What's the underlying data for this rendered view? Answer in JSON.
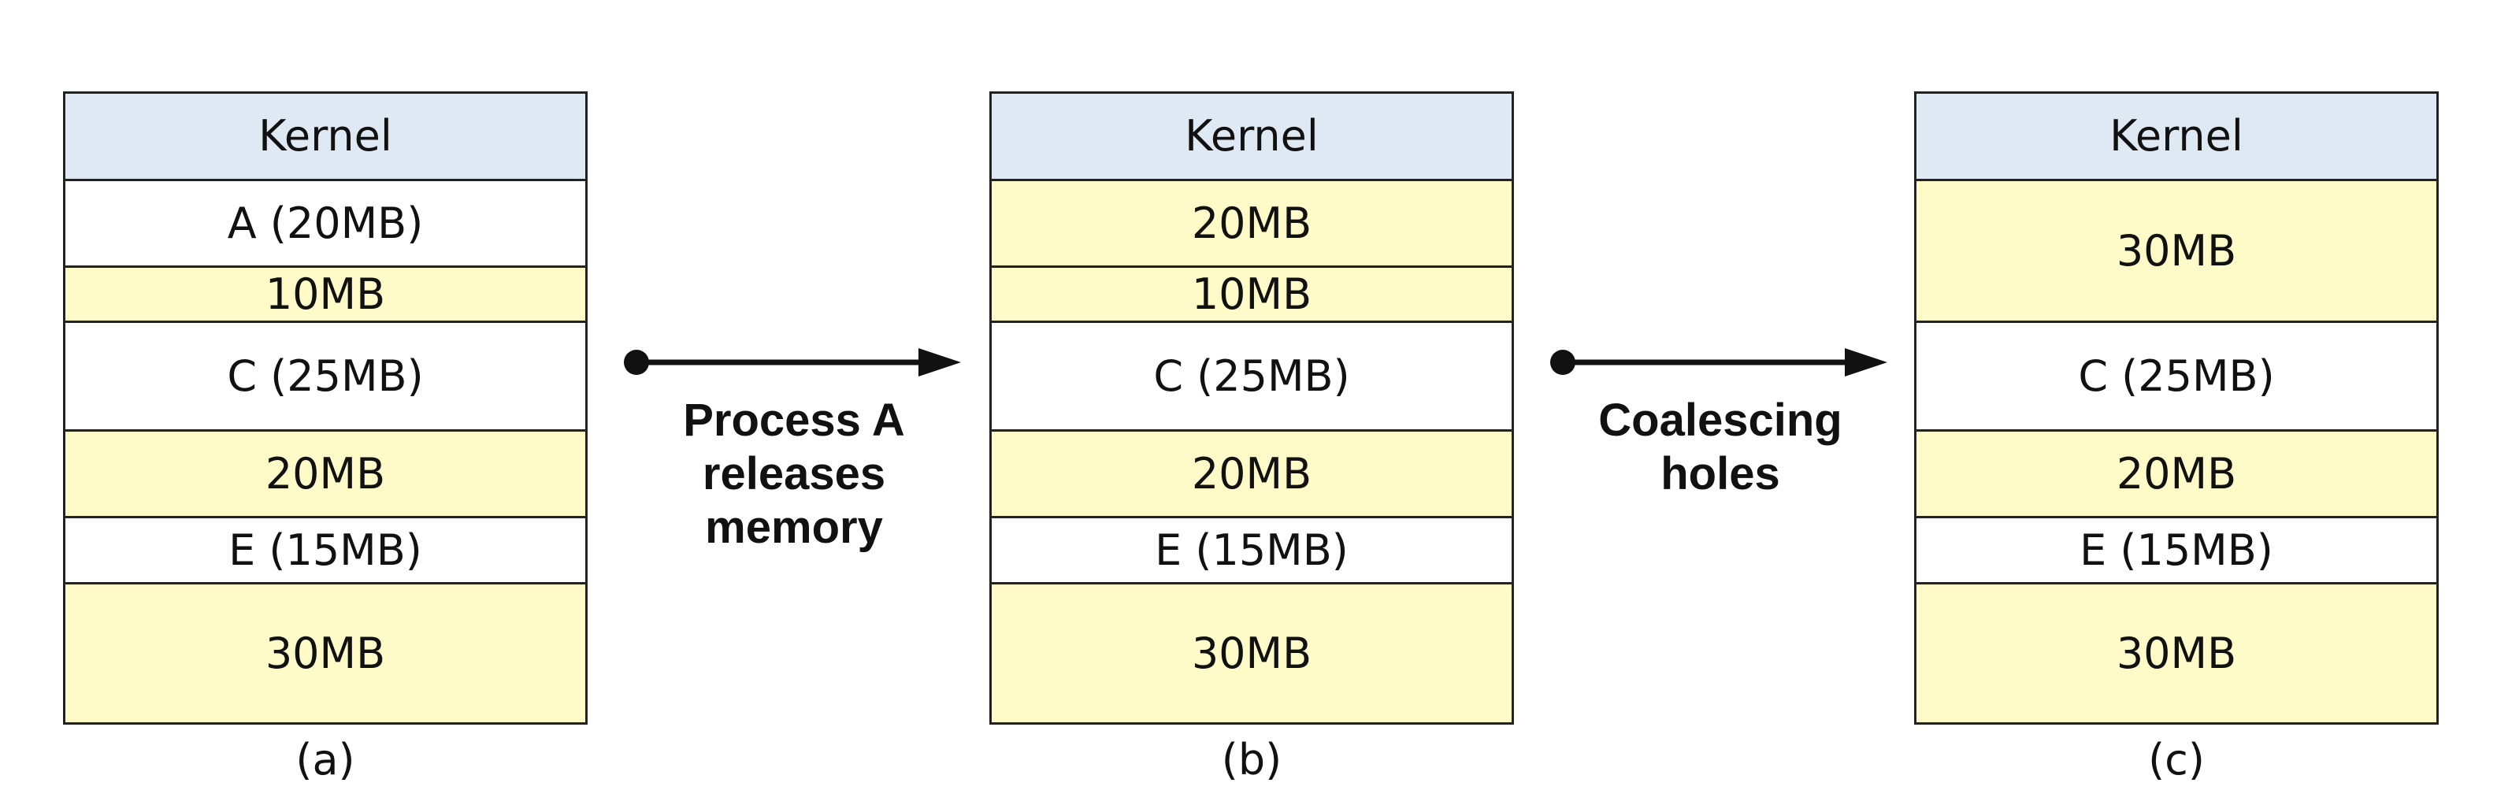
{
  "panels": [
    {
      "label": "(a)",
      "segments": [
        {
          "text": "Kernel",
          "kind": "kernel"
        },
        {
          "text": "A (20MB)",
          "kind": "process"
        },
        {
          "text": "10MB",
          "kind": "hole"
        },
        {
          "text": "C (25MB)",
          "kind": "process"
        },
        {
          "text": "20MB",
          "kind": "hole"
        },
        {
          "text": "E (15MB)",
          "kind": "process"
        },
        {
          "text": "30MB",
          "kind": "hole"
        }
      ]
    },
    {
      "label": "(b)",
      "segments": [
        {
          "text": "Kernel",
          "kind": "kernel"
        },
        {
          "text": "20MB",
          "kind": "hole"
        },
        {
          "text": "10MB",
          "kind": "hole"
        },
        {
          "text": "C (25MB)",
          "kind": "process"
        },
        {
          "text": "20MB",
          "kind": "hole"
        },
        {
          "text": "E (15MB)",
          "kind": "process"
        },
        {
          "text": "30MB",
          "kind": "hole"
        }
      ]
    },
    {
      "label": "(c)",
      "segments": [
        {
          "text": "Kernel",
          "kind": "kernel"
        },
        {
          "text": "30MB",
          "kind": "hole"
        },
        {
          "text": "C (25MB)",
          "kind": "process"
        },
        {
          "text": "20MB",
          "kind": "hole"
        },
        {
          "text": "E (15MB)",
          "kind": "process"
        },
        {
          "text": "30MB",
          "kind": "hole"
        }
      ]
    }
  ],
  "transitions": [
    {
      "caption": "Process A\nreleases\nmemory"
    },
    {
      "caption": "Coalescing\nholes"
    }
  ],
  "colors": {
    "kernel": "#dee9f4",
    "hole": "#fefbc9",
    "process": "#ffffff",
    "border": "#222222"
  }
}
